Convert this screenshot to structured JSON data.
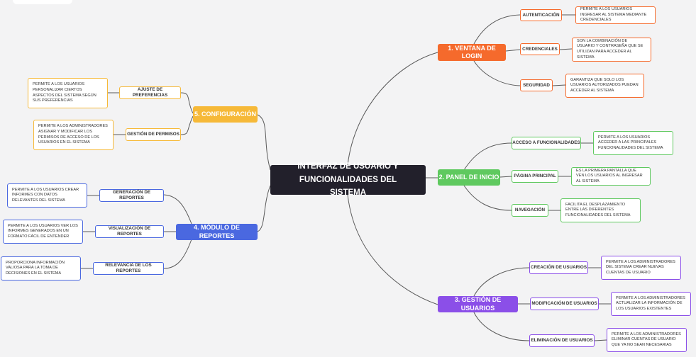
{
  "center": "INTERFAZ DE USUARIO Y FUNCIONALIDADES DEL SISTEMA",
  "colors": {
    "login": "#f56a2c",
    "panel": "#5fc95f",
    "usuarios": "#8b4fe8",
    "reportes": "#4a68e0",
    "config": "#f6b938",
    "line": "#5a5a5a"
  },
  "login": {
    "title": "1. VENTANA DE LOGIN",
    "items": [
      {
        "label": "AUTENTICACIÓN",
        "desc": "PERMITE A LOS USUARIOS INGRESAR AL SISTEMA MEDIANTE CREDENCIALES"
      },
      {
        "label": "CREDENCIALES",
        "desc": "SON LA COMBINACIÓN DE USUARIO Y CONTRASEÑA QUE SE UTILIZAN PARA ACCEDER AL SISTEMA"
      },
      {
        "label": "SEGURIDAD",
        "desc": "GARANTIZA QUE SOLO LOS USUARIOS AUTORIZADOS PUEDAN ACCEDER AL SISTEMA"
      }
    ]
  },
  "panel": {
    "title": "2. PANEL DE INICIO",
    "items": [
      {
        "label": "ACCESO A FUNCIONALIDADES",
        "desc": "PERMITE A LOS USUARIOS ACCEDER A LAS PRINCIPALES FUNCIONALIDADES DEL SISTEMA"
      },
      {
        "label": "PÁGINA PRINCIPAL",
        "desc": "ES LA PRIMERA PANTALLA QUE VEN LOS USUARIOS AL INGRESAR AL SISTEMA"
      },
      {
        "label": "NAVEGACIÓN",
        "desc": "FACILITA EL DESPLAZAMIENTO ENTRE LAS DIFERENTES FUNCIONALIDADES DEL SISTEMA"
      }
    ]
  },
  "usuarios": {
    "title": "3. GESTIÓN DE USUARIOS",
    "items": [
      {
        "label": "CREACIÓN DE USUARIOS",
        "desc": "PERMITE A LOS ADMINISTRADORES DEL SISTEMA CREAR NUEVAS CUENTAS DE USUARIO"
      },
      {
        "label": "MODIFICACIÓN DE USUARIOS",
        "desc": "PERMITE A LOS ADMINISTRADORES ACTUALIZAR LA INFORMACIÓN DE LOS USUARIOS EXISTENTES"
      },
      {
        "label": "ELIMINACIÓN DE USUARIOS",
        "desc": "PERMITE A LOS ADMINISTRADORES ELIMINAR CUENTAS DE USUARIO QUE YA NO SEAN NECESARIAS"
      }
    ]
  },
  "reportes": {
    "title": "4. MÓDULO DE REPORTES",
    "items": [
      {
        "label": "GENERACIÓN DE REPORTES",
        "desc": "PERMITE A LOS USUARIOS CREAR INFORMES CON DATOS RELEVANTES DEL SISTEMA"
      },
      {
        "label": "VISUALIZACIÓN DE REPORTES",
        "desc": "PERMITE A LOS USUARIOS VER LOS INFORMES GENERADOS EN UN FORMATO FÁCIL DE ENTENDER"
      },
      {
        "label": "RELEVANCIA DE LOS REPORTES",
        "desc": "PROPORCIONA INFORMACIÓN VALIOSA PARA LA TOMA DE DECISIONES EN EL SISTEMA"
      }
    ]
  },
  "config": {
    "title": "5. CONFIGURACIÓN",
    "items": [
      {
        "label": "AJUSTE DE PREFERENCIAS",
        "desc": "PERMITE A LOS USUARIOS PERSONALIZAR CIERTOS ASPECTOS DEL SISTEMA SEGÚN SUS PREFERENCIAS"
      },
      {
        "label": "GESTIÓN DE PERMISOS",
        "desc": "PERMITE A LOS ADMINISTRADORES ASIGNAR Y MODIFICAR LOS PERMISOS DE ACCESO DE LOS USUARIOS EN EL SISTEMA"
      }
    ]
  }
}
